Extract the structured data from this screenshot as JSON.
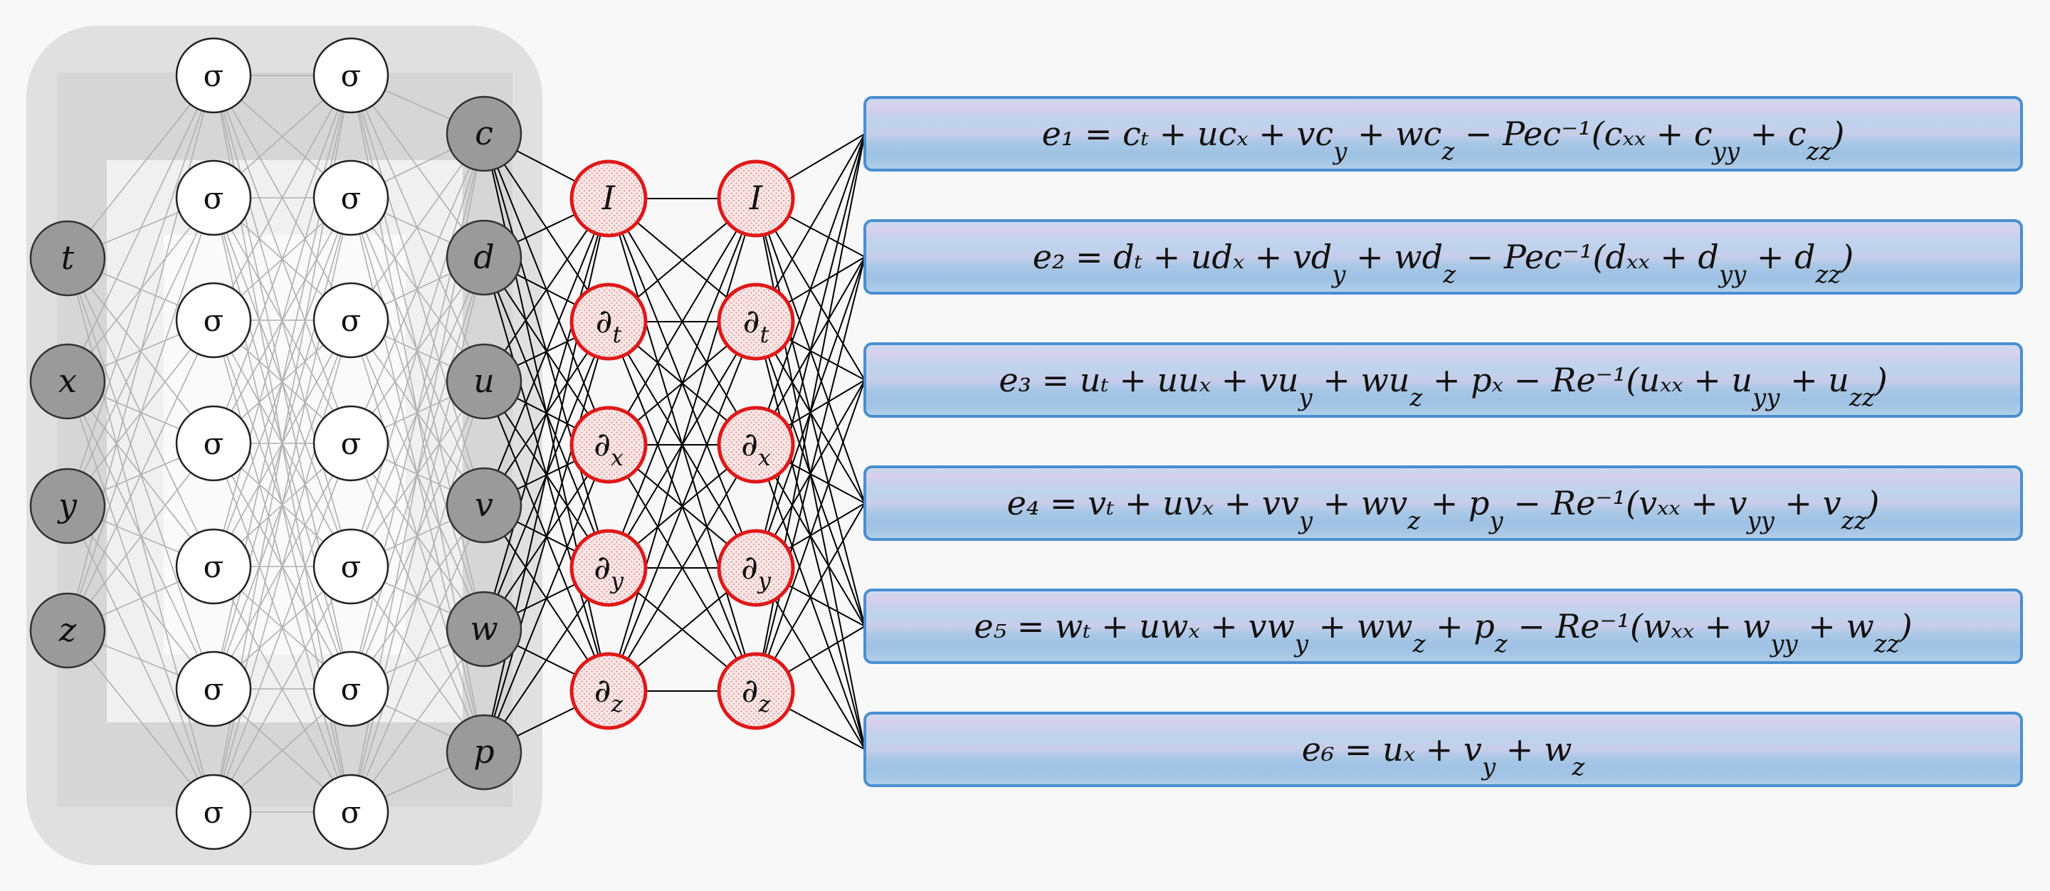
{
  "network": {
    "inputs": [
      "t",
      "x",
      "y",
      "z"
    ],
    "hidden_layers": [
      [
        "σ",
        "σ",
        "σ",
        "σ",
        "σ",
        "σ",
        "σ"
      ],
      [
        "σ",
        "σ",
        "σ",
        "σ",
        "σ",
        "σ",
        "σ"
      ]
    ],
    "outputs": [
      "c",
      "d",
      "u",
      "v",
      "w",
      "p"
    ]
  },
  "operators": {
    "layers": [
      [
        {
          "base": "I",
          "sub": ""
        },
        {
          "base": "∂",
          "sub": "t"
        },
        {
          "base": "∂",
          "sub": "x"
        },
        {
          "base": "∂",
          "sub": "y"
        },
        {
          "base": "∂",
          "sub": "z"
        }
      ],
      [
        {
          "base": "I",
          "sub": ""
        },
        {
          "base": "∂",
          "sub": "t"
        },
        {
          "base": "∂",
          "sub": "x"
        },
        {
          "base": "∂",
          "sub": "y"
        },
        {
          "base": "∂",
          "sub": "z"
        }
      ]
    ]
  },
  "equations": [
    "e₁ = cₜ + ucₓ + vc_y + wc_z − Pec⁻¹(cₓₓ + c_yy + c_zz)",
    "e₂ = dₜ + udₓ + vd_y + wd_z − Pec⁻¹(dₓₓ + d_yy + d_zz)",
    "e₃ = uₜ + uuₓ + vu_y + wu_z + pₓ − Re⁻¹(uₓₓ + u_yy + u_zz)",
    "e₄ = vₜ + uvₓ + vv_y + wv_z + p_y − Re⁻¹(vₓₓ + v_yy + v_zz)",
    "e₅ = wₜ + uwₓ + vw_y + ww_z + p_z − Re⁻¹(wₓₓ + w_yy + w_zz)",
    "e₆ = uₓ + v_y + w_z"
  ],
  "colors": {
    "background": "#f8f8f8",
    "network_panel": "#e0e0e0",
    "input_output_node": "#9a9a9a",
    "hidden_node": "#ffffff",
    "operator_node_border": "#e01818",
    "operator_node_fill": "#fbe4e4",
    "equation_border": "#4a8fd0",
    "network_edges": "#b0b0b0",
    "operator_edges": "#000000"
  }
}
